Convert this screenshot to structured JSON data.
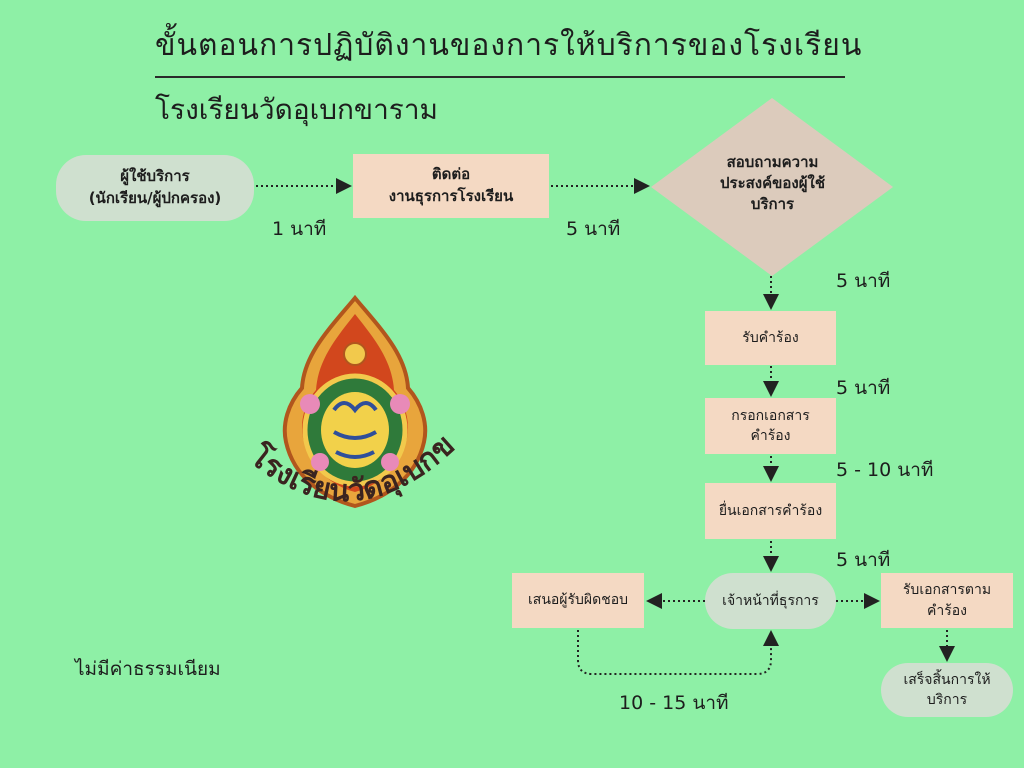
{
  "title": "ขั้นตอนการปฏิบัติงานของการให้บริการของโรงเรียน",
  "subtitle": "โรงเรียนวัดอุเบกขาราม",
  "nodes": {
    "user": [
      "ผู้ใช้บริการ",
      "(นักเรียน/ผู้ปกครอง)"
    ],
    "contact": [
      "ติดต่อ",
      "งานธุรการโรงเรียน"
    ],
    "inquire": [
      "สอบถามความ",
      "ประสงค์ของผู้ใช้",
      "บริการ"
    ],
    "receive_request": "รับคำร้อง",
    "fill_docs": [
      "กรอกเอกสาร",
      "คำร้อง"
    ],
    "submit_docs": "ยื่นเอกสารคำร้อง",
    "officer": "เจ้าหน้าที่ธุรการ",
    "propose": "เสนอผู้รับผิดชอบ",
    "receive_docs": [
      "รับเอกสารตาม",
      "คำร้อง"
    ],
    "complete": [
      "เสร็จสิ้นการให้",
      "บริการ"
    ]
  },
  "times": {
    "t1": "1 นาที",
    "t2": "5 นาที",
    "t3": "5 นาที",
    "t4": "5 นาที",
    "t5": "5 - 10 นาที",
    "t6": "5 นาที",
    "t7": "10 - 15 นาที"
  },
  "fee_note": "ไม่มีค่าธรรมเนียม",
  "logo_text": "โรงเรียนวัดอุเบกขาราม",
  "colors": {
    "background": "#8ef0a6",
    "pill": "#cfe0cf",
    "box": "#f4d9c3",
    "diamond": "#dccbbc"
  }
}
